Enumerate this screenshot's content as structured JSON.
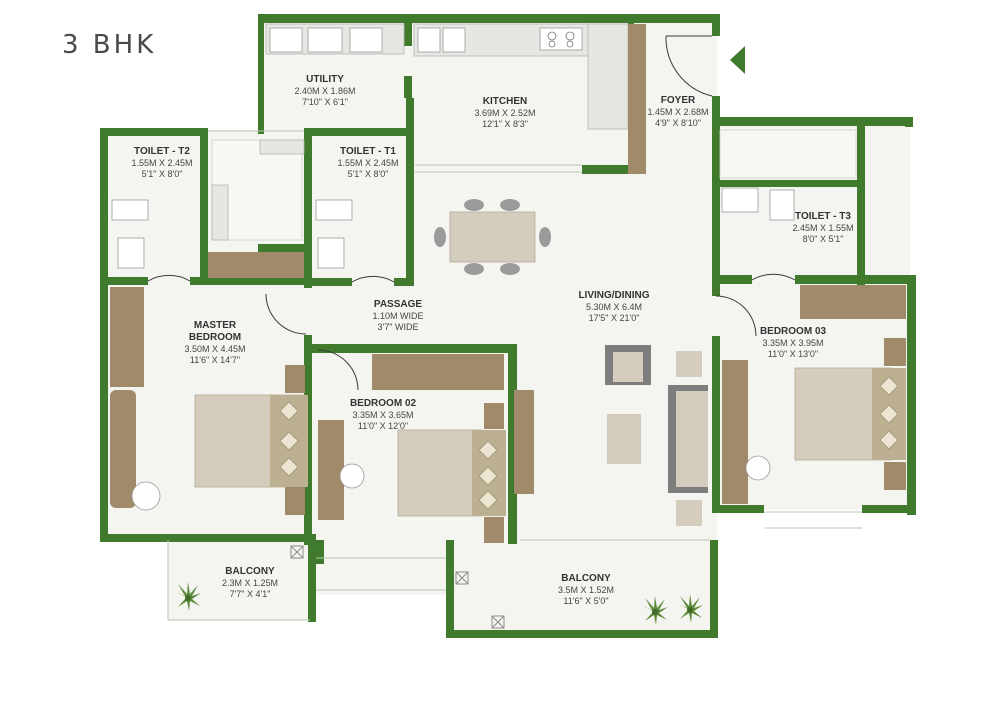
{
  "title": "3 BHK",
  "colors": {
    "wall": "#3f7a2d",
    "floor": "#f4f5f1",
    "wood": "#a08a6a",
    "bed": "#d4cdbd",
    "cushion": "#bdb092",
    "fixture": "#e6e6e2",
    "plant": "#5c8a3a"
  },
  "rooms": {
    "utility": {
      "name": "UTILITY",
      "dim_m": "2.40M X 1.86M",
      "dim_ft": "7'10\" X 6'1\""
    },
    "kitchen": {
      "name": "KITCHEN",
      "dim_m": "3.69M X 2.52M",
      "dim_ft": "12'1\" X 8'3\""
    },
    "foyer": {
      "name": "FOYER",
      "dim_m": "1.45M X 2.68M",
      "dim_ft": "4'9\" X 8'10\""
    },
    "toilet_t2": {
      "name": "TOILET - T2",
      "dim_m": "1.55M X 2.45M",
      "dim_ft": "5'1\" X 8'0\""
    },
    "toilet_t1": {
      "name": "TOILET - T1",
      "dim_m": "1.55M X 2.45M",
      "dim_ft": "5'1\" X 8'0\""
    },
    "toilet_t3": {
      "name": "TOILET - T3",
      "dim_m": "2.45M X 1.55M",
      "dim_ft": "8'0\" X 5'1\""
    },
    "passage": {
      "name": "PASSAGE",
      "dim_m": "1.10M WIDE",
      "dim_ft": "3'7\" WIDE"
    },
    "living": {
      "name": "LIVING/DINING",
      "dim_m": "5.30M X 6.4M",
      "dim_ft": "17'5\" X 21'0\""
    },
    "master": {
      "name_line1": "MASTER",
      "name_line2": "BEDROOM",
      "dim_m": "3.50M X 4.45M",
      "dim_ft": "11'6\" X 14'7\""
    },
    "bedroom02": {
      "name": "BEDROOM 02",
      "dim_m": "3.35M X 3.65M",
      "dim_ft": "11'0\" X 12'0\""
    },
    "bedroom03": {
      "name": "BEDROOM 03",
      "dim_m": "3.35M X 3.95M",
      "dim_ft": "11'0\" X 13'0\""
    },
    "balcony1": {
      "name": "BALCONY",
      "dim_m": "2.3M X 1.25M",
      "dim_ft": "7'7\" X 4'1\""
    },
    "balcony2": {
      "name": "BALCONY",
      "dim_m": "3.5M X 1.52M",
      "dim_ft": "11'6\" X 5'0\""
    }
  },
  "icons": {
    "entry": "entry-arrow-icon",
    "plant": "potted-plant-icon",
    "duct": "shaft-cross-icon"
  }
}
